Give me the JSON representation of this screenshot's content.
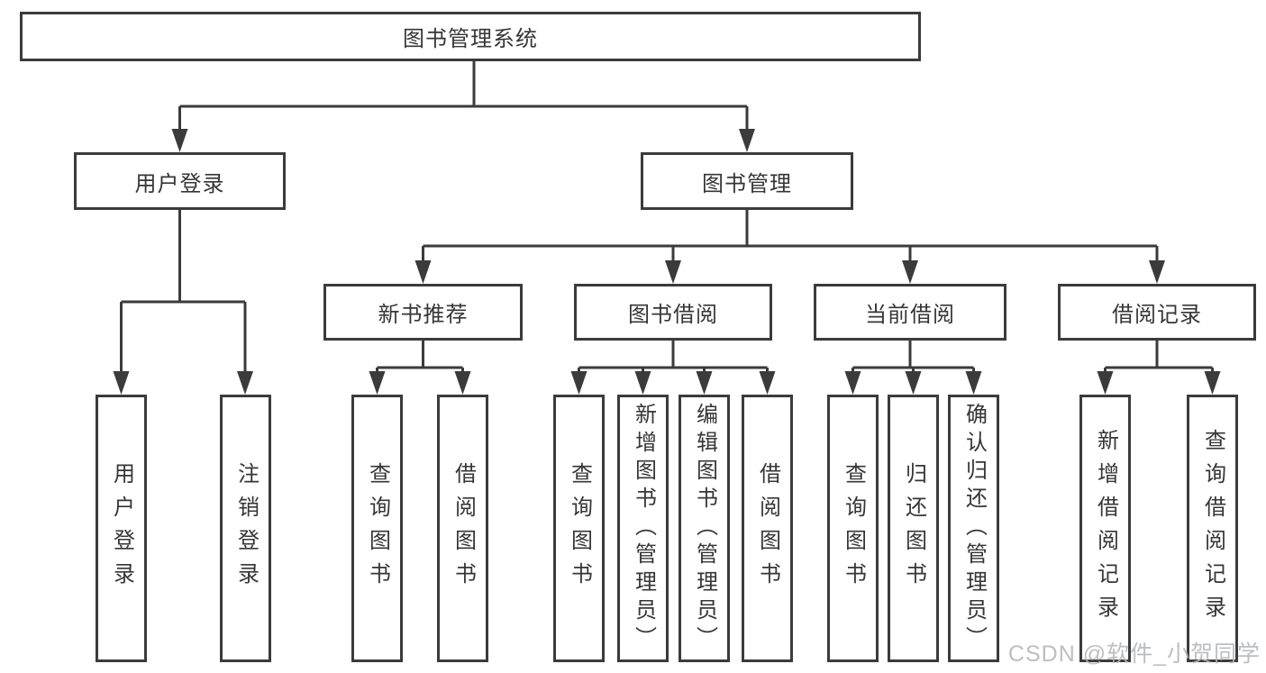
{
  "nodes": {
    "root": "图书管理系统",
    "user_login": "用户登录",
    "book_mgmt": "图书管理",
    "new_books": "新书推荐",
    "book_borrow": "图书借阅",
    "current_borrow": "当前借阅",
    "borrow_records": "借阅记录",
    "leaf_user_login": "用户登录",
    "leaf_logout": "注销登录",
    "leaf_nb_query": "查询图书",
    "leaf_nb_borrow": "借阅图书",
    "leaf_bb_query": "查询图书",
    "leaf_bb_add": "新增图书（管理员）",
    "leaf_bb_edit": "编辑图书（管理员）",
    "leaf_bb_borrow": "借阅图书",
    "leaf_cb_query": "查询图书",
    "leaf_cb_return": "归还图书",
    "leaf_cb_confirm": "确认归还（管理员）",
    "leaf_br_add": "新增借阅记录",
    "leaf_br_query": "查询借阅记录"
  },
  "watermark": "CSDN @软件_小贺同学",
  "colors": {
    "line": "#3b3b3b",
    "text": "#363636",
    "box_background": "#ffffff",
    "watermark": "#b4b7bc"
  }
}
